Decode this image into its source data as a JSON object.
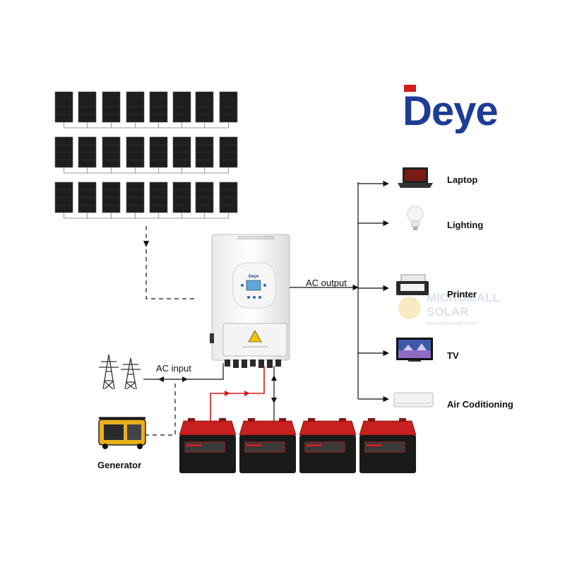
{
  "brand": {
    "logo_text": "Deye",
    "logo_color": "#1c3c96",
    "logo_accent": "#d51c1c"
  },
  "watermark": {
    "line1": "MICROMALL",
    "line2": "SOLAR",
    "line3": "www.micromall.co.nz"
  },
  "labels": {
    "ac_output": "AC output",
    "ac_input": "AC input",
    "generator": "Generator"
  },
  "loads": [
    {
      "label": "Laptop",
      "icon": "laptop-icon"
    },
    {
      "label": "Lighting",
      "icon": "light-bulb-icon"
    },
    {
      "label": "Printer",
      "icon": "printer-icon"
    },
    {
      "label": "TV",
      "icon": "tv-icon"
    },
    {
      "label": "Air Coditioning",
      "icon": "air-conditioner-icon"
    }
  ],
  "solar_array": {
    "rows": 3,
    "panels_per_row": 8
  },
  "batteries": {
    "count": 4
  },
  "colors": {
    "panel": "#1e1e1e",
    "battery_top": "#c8201e",
    "battery_body": "#1a1a1a",
    "dc_wire": "#d51c1c"
  }
}
